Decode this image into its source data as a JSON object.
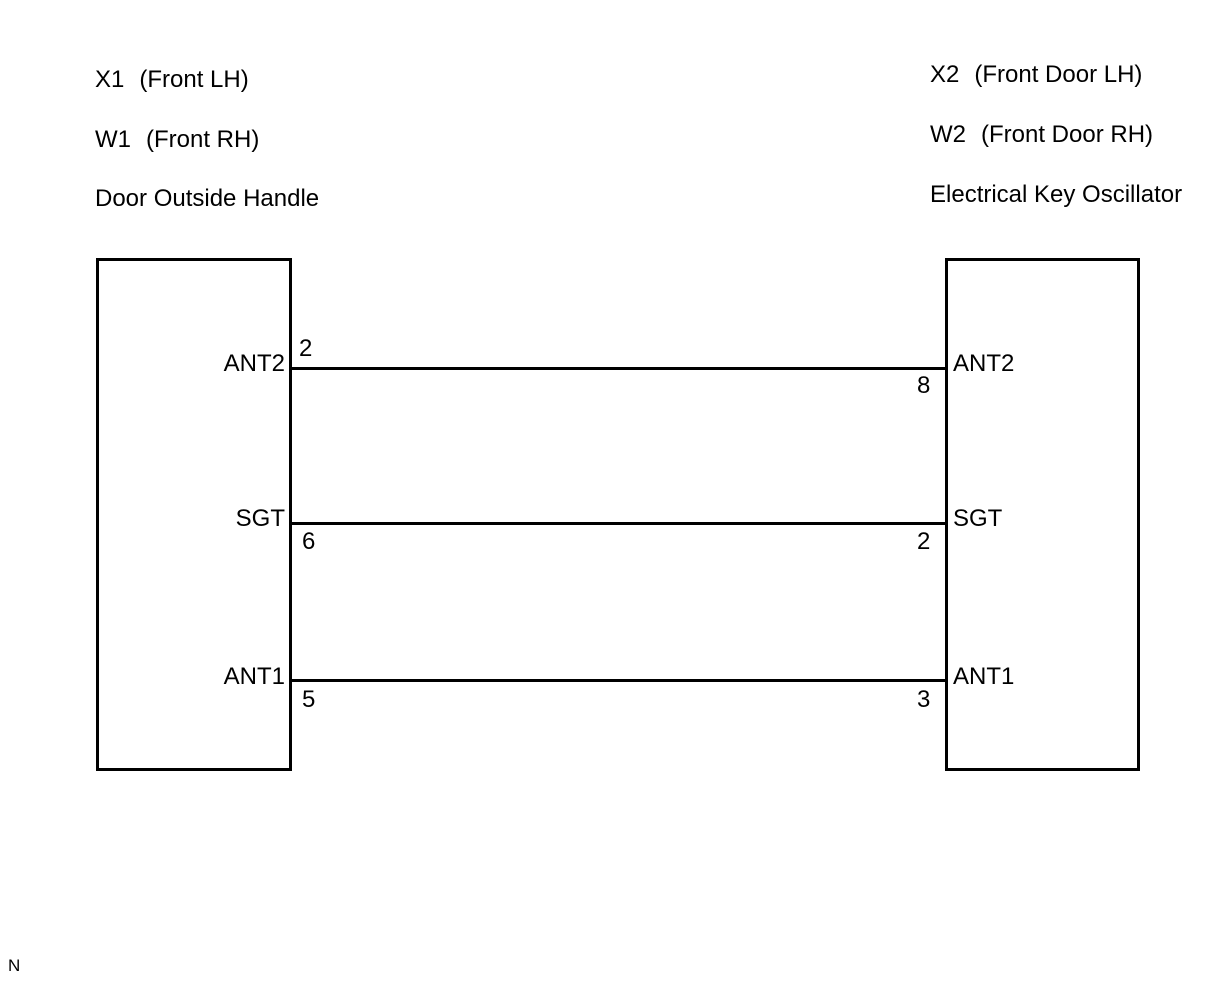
{
  "page": {
    "background_color": "#ffffff",
    "line_color": "#000000",
    "footer_note": "N"
  },
  "left_component": {
    "connectors": [
      {
        "code": "X1",
        "location": "(Front LH)"
      },
      {
        "code": "W1",
        "location": "(Front RH)"
      }
    ],
    "name": "Door Outside Handle",
    "pins": [
      {
        "label": "ANT2",
        "number": "2"
      },
      {
        "label": "SGT",
        "number": "6"
      },
      {
        "label": "ANT1",
        "number": "5"
      }
    ]
  },
  "right_component": {
    "connectors": [
      {
        "code": "X2",
        "location": "(Front Door LH)"
      },
      {
        "code": "W2",
        "location": "(Front Door RH)"
      }
    ],
    "name": "Electrical Key Oscillator",
    "pins": [
      {
        "label": "ANT2",
        "number": "8"
      },
      {
        "label": "SGT",
        "number": "2"
      },
      {
        "label": "ANT1",
        "number": "3"
      }
    ]
  },
  "wires": [
    {
      "signal": "ANT2",
      "left_pin": "2",
      "right_pin": "8"
    },
    {
      "signal": "SGT",
      "left_pin": "6",
      "right_pin": "2"
    },
    {
      "signal": "ANT1",
      "left_pin": "5",
      "right_pin": "3"
    }
  ]
}
